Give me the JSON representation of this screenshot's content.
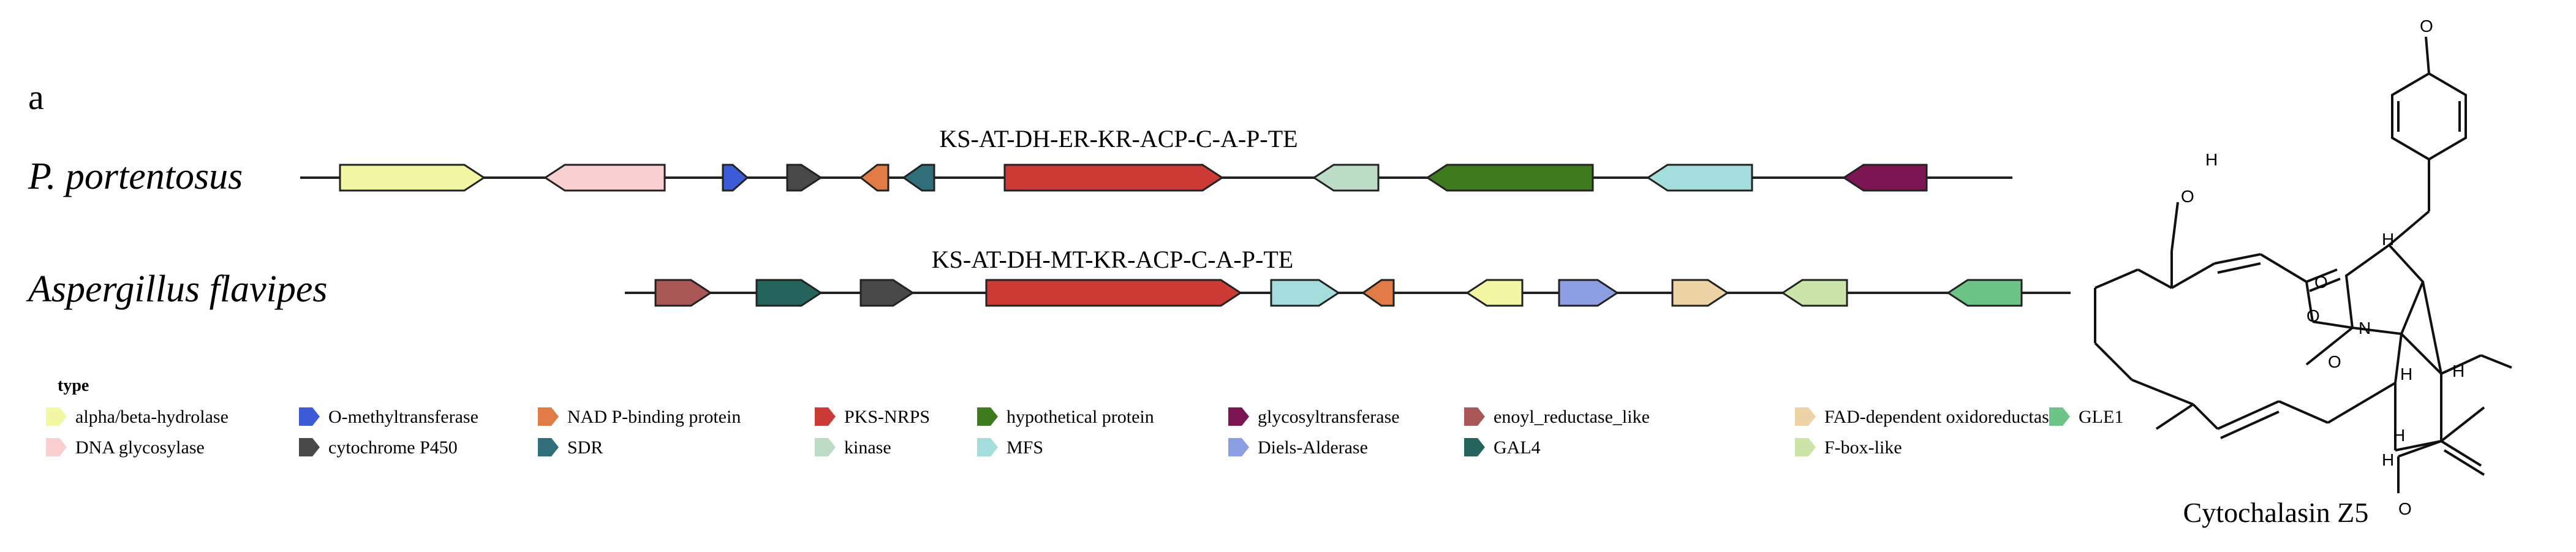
{
  "panel_label": "a",
  "clusters": [
    {
      "organism": "P. portentosus",
      "domain_label": "KS-AT-DH-ER-KR-ACP-C-A-P-TE",
      "genes": [
        {
          "type": "alpha/beta-hydrolase",
          "strand": "+"
        },
        {
          "type": "DNA glycosylase",
          "strand": "-"
        },
        {
          "type": "O-methyltransferase",
          "strand": "+"
        },
        {
          "type": "cytochrome P450",
          "strand": "+"
        },
        {
          "type": "NAD P-binding protein",
          "strand": "-"
        },
        {
          "type": "SDR",
          "strand": "-"
        },
        {
          "type": "PKS-NRPS",
          "strand": "+"
        },
        {
          "type": "kinase",
          "strand": "-"
        },
        {
          "type": "hypothetical protein",
          "strand": "-"
        },
        {
          "type": "MFS",
          "strand": "-"
        },
        {
          "type": "glycosyltransferase",
          "strand": "-"
        }
      ]
    },
    {
      "organism": "Aspergillus flavipes",
      "domain_label": "KS-AT-DH-MT-KR-ACP-C-A-P-TE",
      "genes": [
        {
          "type": "enoyl_reductase_like",
          "strand": "+"
        },
        {
          "type": "GAL4",
          "strand": "+"
        },
        {
          "type": "cytochrome P450",
          "strand": "+"
        },
        {
          "type": "PKS-NRPS",
          "strand": "+"
        },
        {
          "type": "MFS",
          "strand": "+"
        },
        {
          "type": "NAD P-binding protein",
          "strand": "-"
        },
        {
          "type": "alpha/beta-hydrolase",
          "strand": "-"
        },
        {
          "type": "Diels-Alderase",
          "strand": "+"
        },
        {
          "type": "FAD-dependent oxidoreductase",
          "strand": "+"
        },
        {
          "type": "F-box-like",
          "strand": "-"
        },
        {
          "type": "GLE1",
          "strand": "-"
        }
      ]
    }
  ],
  "legend": {
    "title": "type",
    "items": [
      {
        "label": "alpha/beta-hydrolase",
        "color": "#F3F7A3"
      },
      {
        "label": "DNA glycosylase",
        "color": "#F9CFCF"
      },
      {
        "label": "O-methyltransferase",
        "color": "#3B5CD6"
      },
      {
        "label": "cytochrome P450",
        "color": "#484848"
      },
      {
        "label": "NAD P-binding protein",
        "color": "#E07B45"
      },
      {
        "label": "SDR",
        "color": "#2E6F7A"
      },
      {
        "label": "PKS-NRPS",
        "color": "#CC3A35"
      },
      {
        "label": "kinase",
        "color": "#BCDCC6"
      },
      {
        "label": "hypothetical protein",
        "color": "#3E7A1E"
      },
      {
        "label": "MFS",
        "color": "#A4DEDC"
      },
      {
        "label": "glycosyltransferase",
        "color": "#7E1553"
      },
      {
        "label": "Diels-Alderase",
        "color": "#8C9FE2"
      },
      {
        "label": "enoyl_reductase_like",
        "color": "#A85656"
      },
      {
        "label": "GAL4",
        "color": "#25645C"
      },
      {
        "label": "FAD-dependent oxidoreductase",
        "color": "#EDD3A5"
      },
      {
        "label": "F-box-like",
        "color": "#CBE4A8"
      },
      {
        "label": "GLE1",
        "color": "#6DC487"
      }
    ]
  },
  "compound": {
    "name": "Cytochalasin Z5",
    "atoms": [
      "O",
      "H",
      "H",
      "O",
      "O",
      "N",
      "O",
      "H",
      "O",
      "H",
      "H",
      "O",
      "H"
    ]
  }
}
